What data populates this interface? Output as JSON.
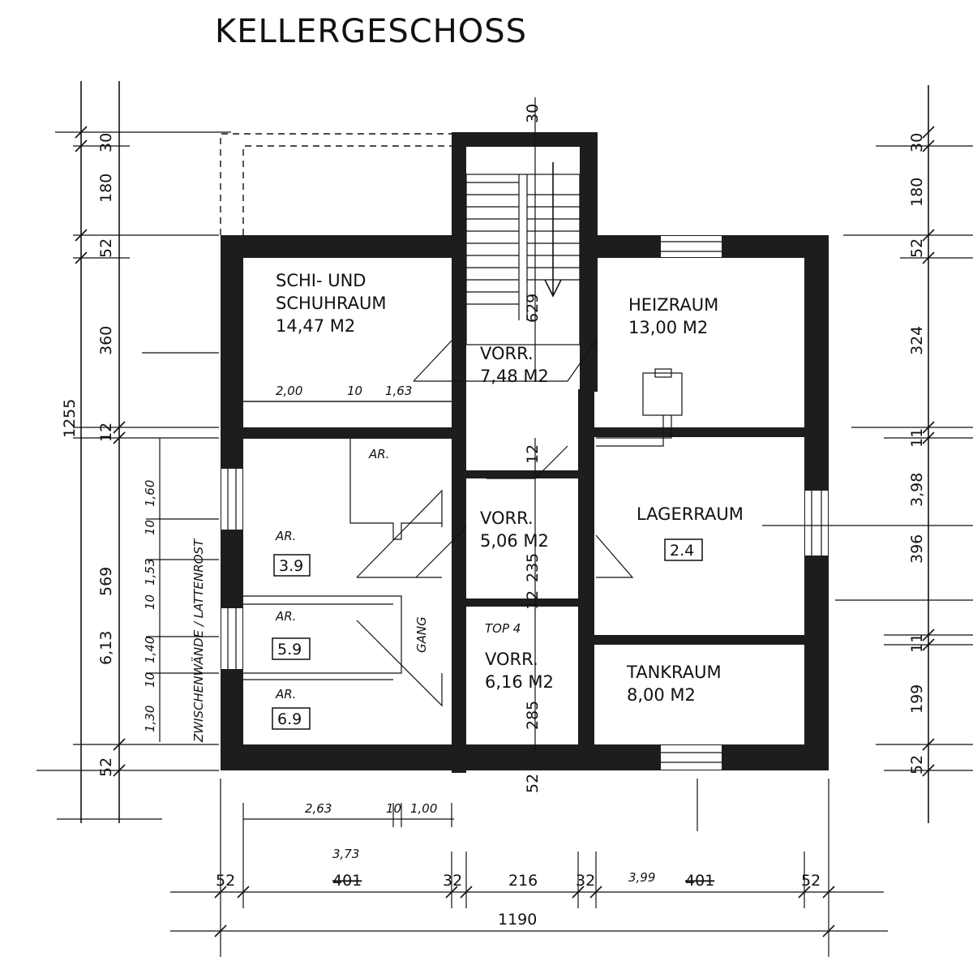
{
  "title": "KELLERGESCHOSS",
  "rooms": {
    "schi_line1": "SCHI- UND",
    "schi_line2": "SCHUHRAUM",
    "schi_area": "14,47 M2",
    "heiz_name": "HEIZRAUM",
    "heiz_area": "13,00 M2",
    "vorr1_name": "VORR.",
    "vorr1_area": "7,48 M2",
    "vorr2_name": "VORR.",
    "vorr2_area": "5,06 M2",
    "vorr3_name": "VORR.",
    "vorr3_area": "6,16 M2",
    "top_label": "TOP 4",
    "lager_name": "LAGERRAUM",
    "lager_tag": "2.4",
    "tank_name": "TANKRAUM",
    "tank_area": "8,00 M2",
    "ar1_name": "AR.",
    "ar2_name": "AR.",
    "ar2_tag": "3.9",
    "ar3_name": "AR.",
    "ar3_tag": "5.9",
    "ar4_name": "AR.",
    "ar4_tag": "6.9",
    "gang": "GANG",
    "zwischen": "ZWISCHENWÄNDE / LATTENROST"
  },
  "dims_left": {
    "d30": "30",
    "d180": "180",
    "d52_top": "52",
    "d360": "360",
    "d12": "12",
    "d569": "569",
    "d52_bottom": "52",
    "total": "1255",
    "d613": "6,13",
    "d160": "1,60",
    "d10a": "10",
    "d153": "1,53",
    "d10b": "10",
    "d140": "1,40",
    "d10c": "10",
    "d130": "1,30"
  },
  "dims_right": {
    "d30": "30",
    "d180": "180",
    "d52_top": "52",
    "d324": "324",
    "d11a": "11",
    "d396": "396",
    "d398": "3,98",
    "d11b": "11",
    "d199": "199",
    "d52_bottom": "52"
  },
  "dims_inner": {
    "d200": "2,00",
    "d10": "10",
    "d163": "1,63",
    "d30_stair": "30",
    "d629": "629",
    "d12a": "12",
    "d12b": "12",
    "d235": "235",
    "d285": "285",
    "d52_mid": "52"
  },
  "dims_bottom": {
    "d263": "2,63",
    "d10": "10",
    "d100": "1,00",
    "d373": "3,73",
    "d401a": "401",
    "d52a": "52",
    "d32a": "32",
    "d216": "216",
    "d32b": "32",
    "d399": "3,99",
    "d401b": "401",
    "d52b": "52",
    "total": "1190"
  }
}
